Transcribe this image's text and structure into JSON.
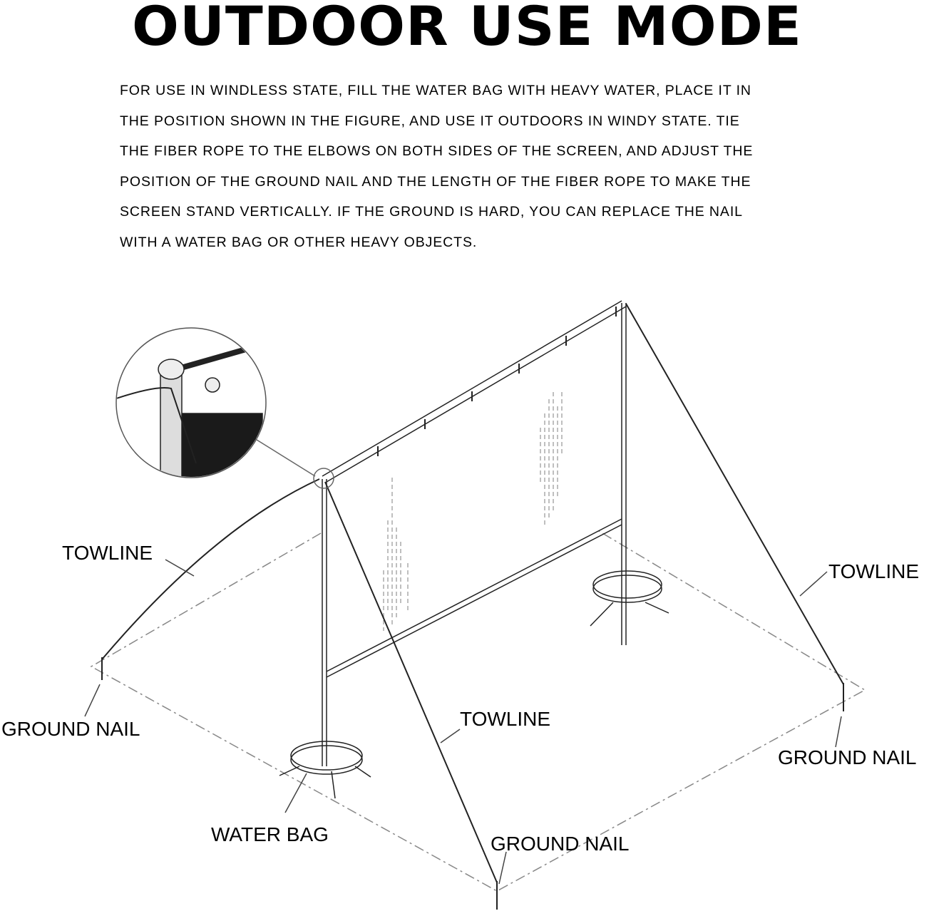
{
  "title": "OUTDOOR USE MODE",
  "description_lines": [
    "FOR USE IN WINDLESS STATE, FILL THE WATER BAG WITH HEAVY WATER, PLACE IT IN",
    "THE POSITION SHOWN IN THE FIGURE, AND USE IT OUTDOORS IN WINDY STATE. TIE",
    "THE FIBER ROPE TO THE ELBOWS ON BOTH SIDES OF THE SCREEN, AND ADJUST THE",
    "POSITION OF THE GROUND NAIL AND THE LENGTH OF THE FIBER ROPE TO MAKE THE",
    "SCREEN STAND VERTICALLY. IF THE GROUND IS HARD, YOU CAN REPLACE THE NAIL",
    "WITH A WATER BAG OR OTHER HEAVY OBJECTS."
  ],
  "labels": {
    "towline_left": "TOWLINE",
    "towline_right": "TOWLINE",
    "towline_center": "TOWLINE",
    "ground_nail_left": "GROUND NAIL",
    "ground_nail_right": "GROUND NAIL",
    "ground_nail_bottom": "GROUND NAIL",
    "water_bag": "WATER BAG"
  }
}
